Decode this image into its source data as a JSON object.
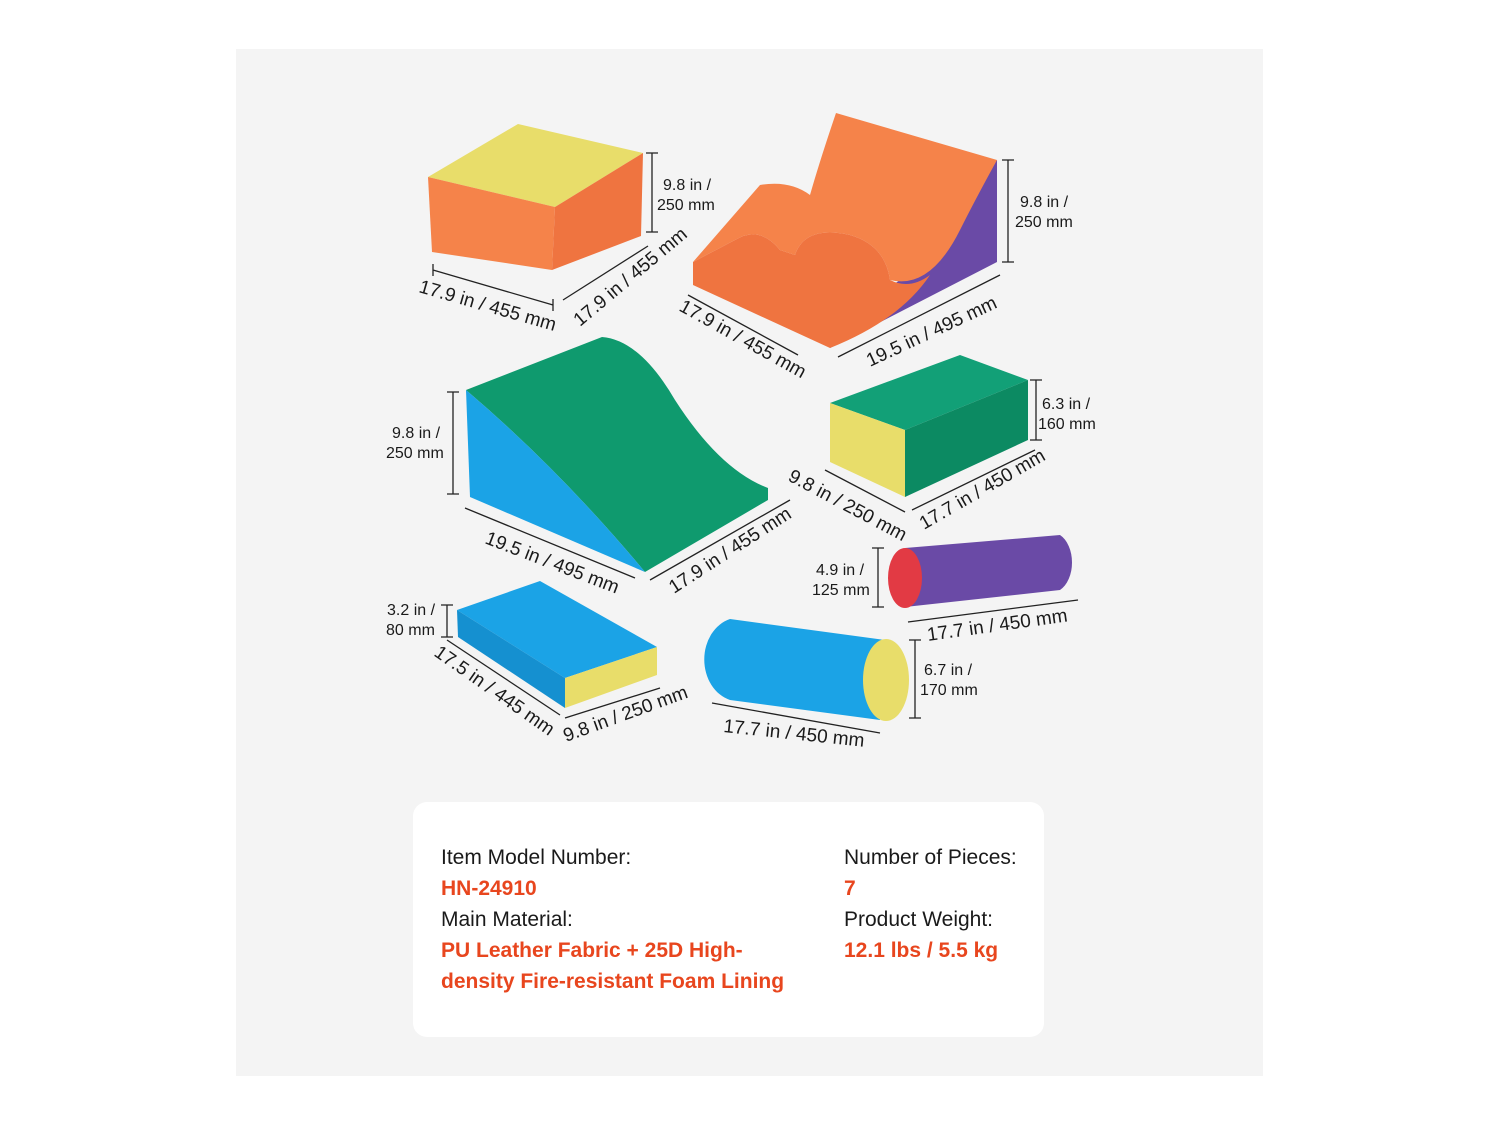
{
  "colors": {
    "accent": "#e8461e",
    "orange": "#f5834a",
    "yellow": "#e8dd6a",
    "purple": "#6a4aa6",
    "green": "#0f9a6e",
    "blue": "#1ba3e6",
    "red": "#e23a44"
  },
  "pieces": {
    "cube": {
      "height": [
        "9.8 in /",
        "250 mm"
      ],
      "width": "17.9 in / 455 mm",
      "depth": "17.9 in / 455 mm"
    },
    "wave": {
      "height": [
        "9.8 in /",
        "250 mm"
      ],
      "width": "17.9 in / 455 mm",
      "length": "19.5 in / 495 mm"
    },
    "ramp": {
      "height": [
        "9.8 in /",
        "250 mm"
      ],
      "length": "19.5 in / 495 mm",
      "width": "17.9 in / 455 mm"
    },
    "block": {
      "height": [
        "6.3 in /",
        "160 mm"
      ],
      "width": "9.8 in / 250 mm",
      "length": "17.7 in / 450 mm"
    },
    "small_cylinder": {
      "diameter": [
        "4.9 in /",
        "125 mm"
      ],
      "length": "17.7 in / 450 mm"
    },
    "flat_block": {
      "height": [
        "3.2 in /",
        "80 mm"
      ],
      "length": "17.5 in / 445 mm",
      "width": "9.8 in / 250 mm"
    },
    "large_cylinder": {
      "diameter": [
        "6.7 in /",
        "170 mm"
      ],
      "length": "17.7 in / 450 mm"
    }
  },
  "specs": {
    "model_label": "Item Model Number:",
    "model_value": "HN-24910",
    "material_label": "Main Material:",
    "material_value_1": "PU Leather Fabric + 25D High-",
    "material_value_2": "density Fire-resistant Foam Lining",
    "pieces_label": "Number of Pieces:",
    "pieces_value": "7",
    "weight_label": "Product Weight:",
    "weight_value": "12.1 lbs / 5.5 kg"
  }
}
